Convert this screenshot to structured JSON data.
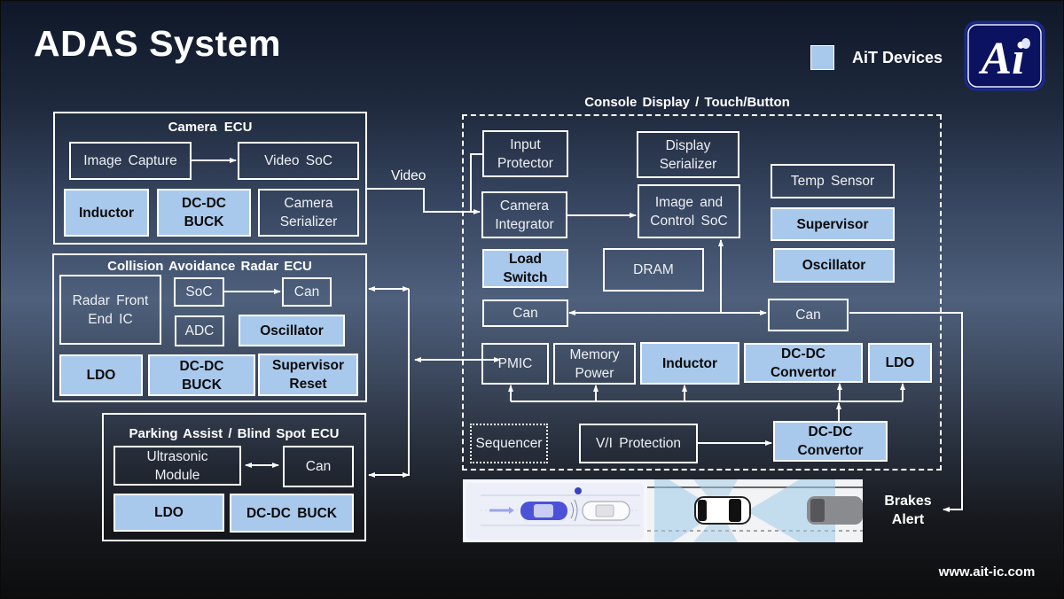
{
  "title": "ADAS System",
  "legend": {
    "label": "AiT Devices",
    "color": "#a9c9ec",
    "icon": "legend-swatch"
  },
  "logo": {
    "icon": "ait-logo",
    "text": "Ai"
  },
  "camera_ecu": {
    "title": "Camera ECU",
    "blocks": {
      "image_capture": "Image  Capture",
      "video_soc": "Video  SoC",
      "inductor": "Inductor",
      "dcdc_buck": "DC-DC\nBUCK",
      "camera_serializer": "Camera\nSerializer"
    }
  },
  "radar_ecu": {
    "title": "Collision  Avoidance  Radar  ECU",
    "blocks": {
      "radar_front_end": "Radar  Front\nEnd  IC",
      "soc": "SoC",
      "can": "Can",
      "adc": "ADC",
      "oscillator": "Oscillator",
      "ldo": "LDO",
      "dcdc_buck": "DC-DC\nBUCK",
      "supervisor_reset": "Supervisor\nReset"
    }
  },
  "parking_ecu": {
    "title": "Parking  Assist  / Blind  Spot  ECU",
    "blocks": {
      "ultrasonic_module": "Ultrasonic\nModule",
      "can": "Can",
      "ldo": "LDO",
      "dcdc_buck": "DC-DC  BUCK"
    }
  },
  "connections": {
    "video_label": "Video"
  },
  "console": {
    "title": "Console  Display  / Touch/Button",
    "blocks": {
      "input_protector": "Input\nProtector",
      "display_serializer": "Display\nSerializer",
      "temp_sensor": "Temp  Sensor",
      "camera_integrator": "Camera\nIntegrator",
      "image_control_soc": "Image  and\nControl  SoC",
      "supervisor": "Supervisor",
      "load_switch": "Load\nSwitch",
      "dram": "DRAM",
      "oscillator": "Oscillator",
      "can_left": "Can",
      "can_right": "Can",
      "pmic": "PMIC",
      "memory_power": "Memory\nPower",
      "inductor": "Inductor",
      "dcdc_convertor_top": "DC-DC\nConvertor",
      "ldo": "LDO",
      "sequencer": "Sequencer",
      "vi_protection": "V/I  Protection",
      "dcdc_convertor_bottom": "DC-DC\nConvertor"
    }
  },
  "illustration": {
    "icon": "adas-cars-illustration"
  },
  "brakes_alert": "Brakes\nAlert",
  "website": "www.ait-ic.com"
}
